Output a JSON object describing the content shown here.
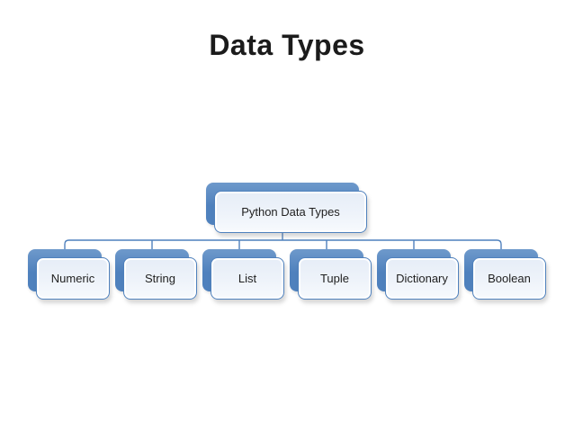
{
  "title": "Data Types",
  "colors": {
    "accent": "#4f81bd",
    "accent_light": "#6e99cb",
    "node_border": "#4f81bd",
    "node_fill_top": "#e6edf7",
    "node_fill_bottom": "#f7fafd",
    "title_color": "#1b1b1b",
    "text_color": "#1f1f1f",
    "canvas_bg": "#ffffff"
  },
  "diagram": {
    "type": "hierarchy",
    "root": {
      "label": "Python Data Types"
    },
    "children": [
      {
        "label": "Numeric"
      },
      {
        "label": "String"
      },
      {
        "label": "List"
      },
      {
        "label": "Tuple"
      },
      {
        "label": "Dictionary"
      },
      {
        "label": "Boolean"
      }
    ]
  }
}
